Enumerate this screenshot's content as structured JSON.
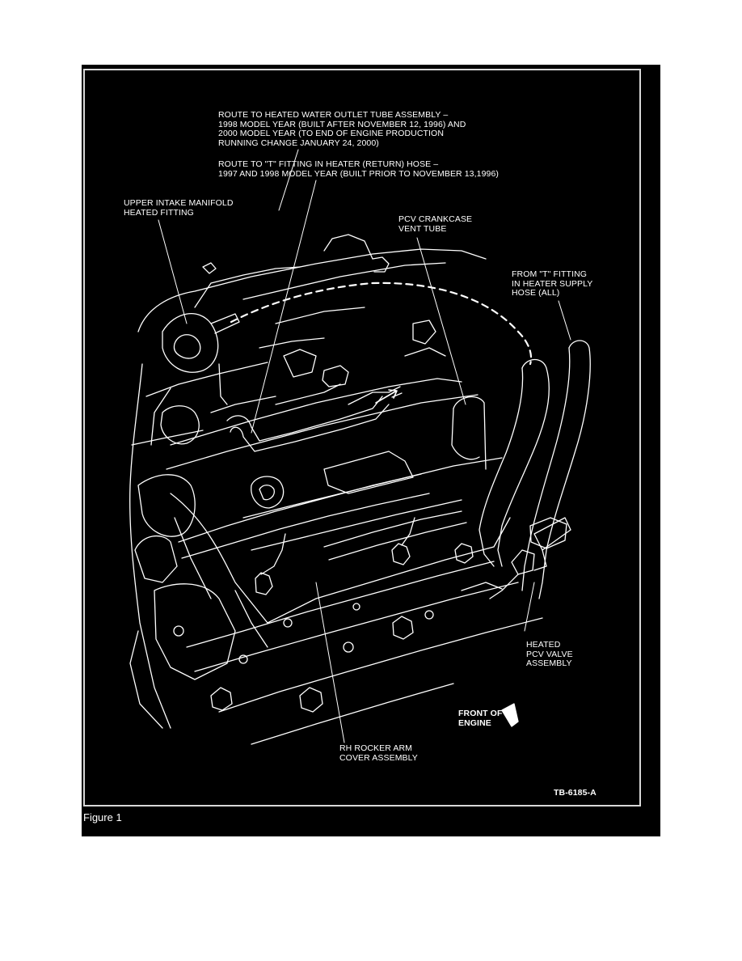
{
  "labels": {
    "heated_outlet": "ROUTE TO HEATED WATER OUTLET TUBE ASSEMBLY –\n1998 MODEL YEAR (BUILT AFTER NOVEMBER 12, 1996) AND\n2000 MODEL YEAR (TO END OF ENGINE PRODUCTION\nRUNNING CHANGE JANUARY 24, 2000)",
    "t_fitting_return": "ROUTE TO \"T\" FITTING IN HEATER (RETURN) HOSE –\n1997 AND 1998 MODEL YEAR (BUILT PRIOR TO NOVEMBER 13,1996)",
    "upper_intake": "UPPER INTAKE MANIFOLD\nHEATED FITTING",
    "pcv_crankcase": "PCV CRANKCASE\nVENT TUBE",
    "t_fitting_supply": "FROM \"T\" FITTING\nIN HEATER SUPPLY\nHOSE (ALL)",
    "heated_pcv": "HEATED\nPCV VALVE\nASSEMBLY",
    "front_engine": "FRONT OF\nENGINE",
    "rocker_arm": "RH ROCKER ARM\nCOVER ASSEMBLY",
    "ref_code": "TB-6185-A"
  },
  "caption": "Figure  1",
  "colors": {
    "background": "#000000",
    "ink": "#ffffff",
    "page": "#ffffff"
  }
}
